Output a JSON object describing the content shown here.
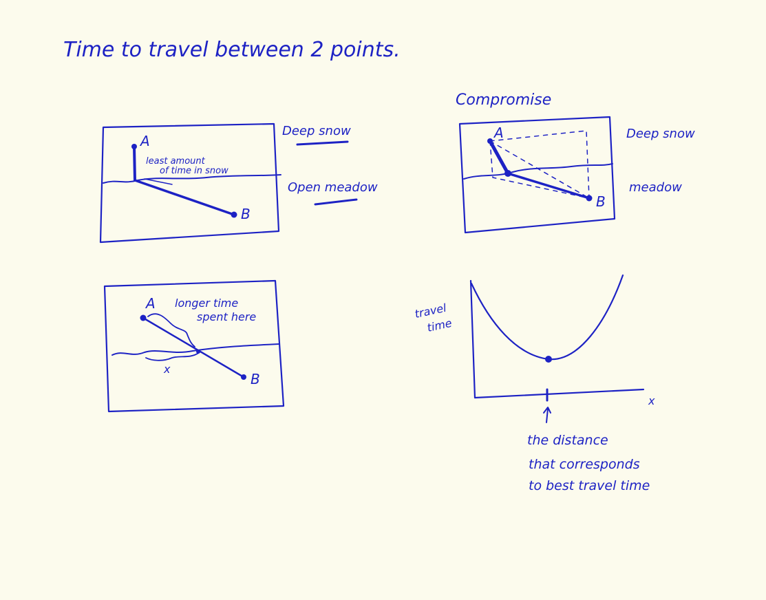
{
  "title": "Time to travel between 2 points.",
  "panel1": {
    "point_a": "A",
    "point_b": "B",
    "note_line1": "least amount",
    "note_line2": "of time in snow",
    "legend_top": "Deep snow",
    "legend_bottom": "Open meadow"
  },
  "panel2": {
    "heading": "Compromise",
    "point_a": "A",
    "point_b": "B",
    "legend_top": "Deep snow",
    "legend_bottom": "meadow"
  },
  "panel3": {
    "point_a": "A",
    "point_b": "B",
    "note_line1": "longer time",
    "note_line2": "spent here",
    "distance_label": "x"
  },
  "graph": {
    "ylabel_line1": "travel",
    "ylabel_line2": "time",
    "xlabel": "x",
    "caption_line1": "the distance",
    "caption_line2": "that corresponds",
    "caption_line3": "to best travel time"
  },
  "colors": {
    "ink": "#1d22c4",
    "paper": "#fcfbed"
  }
}
